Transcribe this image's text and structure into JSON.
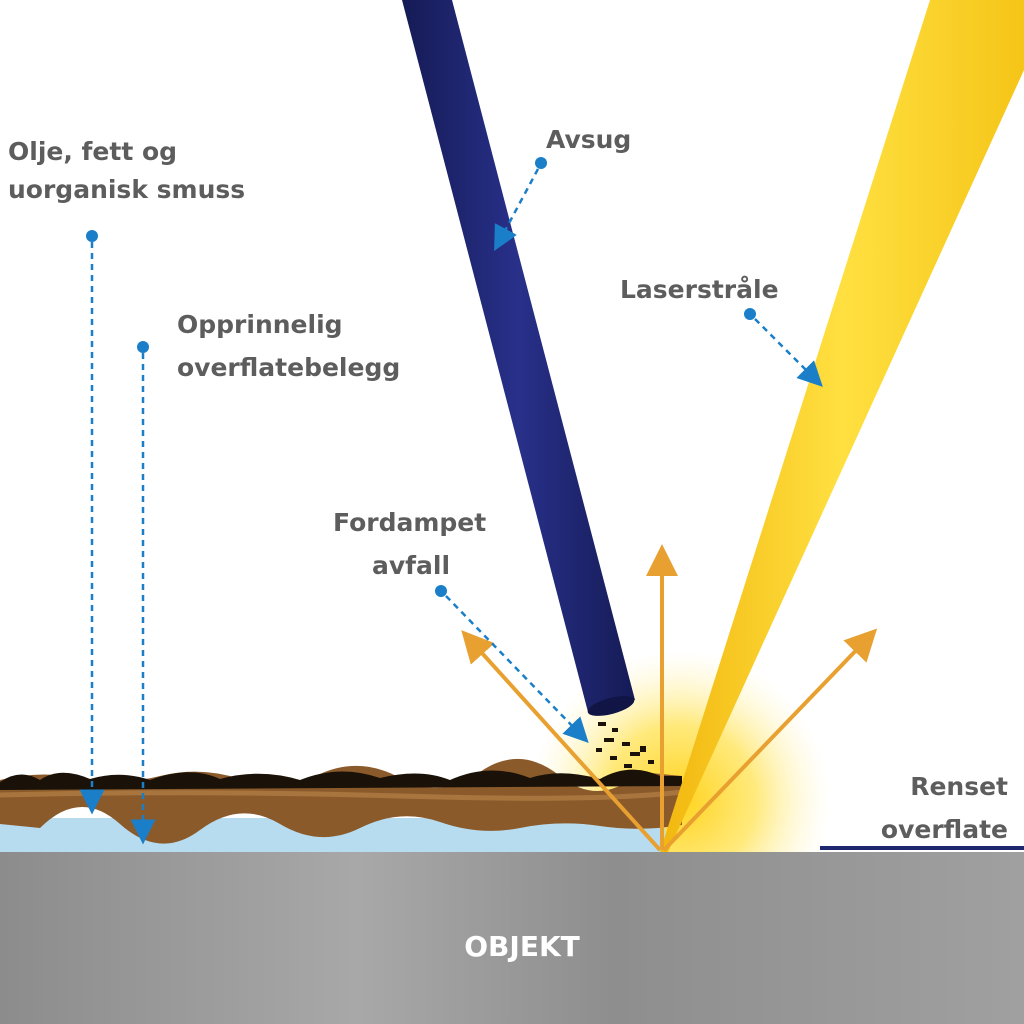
{
  "labels": {
    "oil": [
      "Olje, fett og",
      "uorganisk smuss"
    ],
    "original_coating": [
      "Opprinnelig",
      "overflatebelegg"
    ],
    "extraction": "Avsug",
    "laser_beam": "Laserstråle",
    "vaporized_waste": [
      "Fordampet",
      "avfall"
    ],
    "cleaned_surface": [
      "Renset",
      "overflate"
    ],
    "object": "OBJEKT"
  },
  "colors": {
    "callout": "#1a7fc8",
    "tube": "#1f2670",
    "beam": "#f5c518",
    "arrows": "#e8a030",
    "dirt": "#8b5a2b",
    "coating": "#b8dcef",
    "object": "#9a9a9a",
    "text": "#5d5d5d"
  }
}
